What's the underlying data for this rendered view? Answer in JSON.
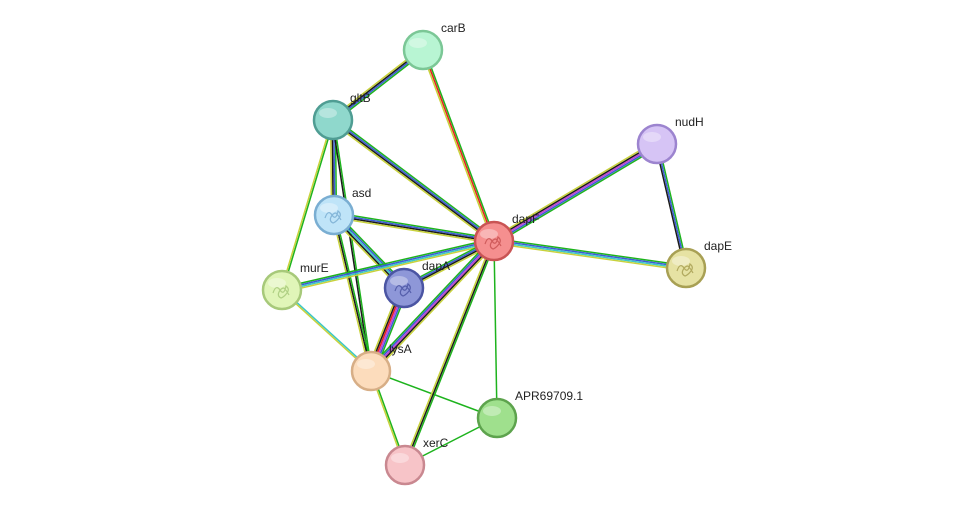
{
  "nodes": [
    {
      "id": "carB",
      "label": "carB",
      "fill": "#b8f5d3",
      "stroke": "#7bc796",
      "structure": false
    },
    {
      "id": "gltB",
      "label": "gltB",
      "fill": "#8fd8cc",
      "stroke": "#4f9d93",
      "structure": false
    },
    {
      "id": "nudH",
      "label": "nudH",
      "fill": "#d6c4f5",
      "stroke": "#9c84cf",
      "structure": false
    },
    {
      "id": "asd",
      "label": "asd",
      "fill": "#bfe4f8",
      "stroke": "#7aaed2",
      "structure": true
    },
    {
      "id": "dapF",
      "label": "dapF",
      "fill": "#f58f8f",
      "stroke": "#c95454",
      "structure": true
    },
    {
      "id": "dapE",
      "label": "dapE",
      "fill": "#e6e2a3",
      "stroke": "#a8a054",
      "structure": true
    },
    {
      "id": "murE",
      "label": "murE",
      "fill": "#e0f5b8",
      "stroke": "#a7c97a",
      "structure": true
    },
    {
      "id": "dapA",
      "label": "dapA",
      "fill": "#8e97d8",
      "stroke": "#4b55a3",
      "structure": true
    },
    {
      "id": "lysA",
      "label": "lysA",
      "fill": "#fcdcbc",
      "stroke": "#d7ae86",
      "structure": false
    },
    {
      "id": "APR69709.1",
      "label": "APR69709.1",
      "fill": "#9fe08d",
      "stroke": "#5da34d",
      "structure": false
    },
    {
      "id": "xerC",
      "label": "xerC",
      "fill": "#f7c4c8",
      "stroke": "#c98890",
      "structure": false
    }
  ],
  "edges": [
    {
      "source": "carB",
      "target": "gltB",
      "colors": [
        "#1db31d",
        "#3b5cd6",
        "#1a1a1a",
        "#c8d23c"
      ]
    },
    {
      "source": "carB",
      "target": "dapF",
      "colors": [
        "#1db31d",
        "#e62020",
        "#c8d23c"
      ]
    },
    {
      "source": "gltB",
      "target": "dapF",
      "colors": [
        "#1db31d",
        "#3b5cd6",
        "#1a1a1a",
        "#c8d23c"
      ]
    },
    {
      "source": "gltB",
      "target": "asd",
      "colors": [
        "#1db31d",
        "#3b5cd6",
        "#1a1a1a",
        "#c8d23c"
      ]
    },
    {
      "source": "gltB",
      "target": "murE",
      "colors": [
        "#1db31d",
        "#c8d23c"
      ]
    },
    {
      "source": "gltB",
      "target": "lysA",
      "colors": [
        "#1db31d",
        "#1a1a1a"
      ]
    },
    {
      "source": "nudH",
      "target": "dapF",
      "colors": [
        "#1db31d",
        "#3b5cd6",
        "#c33cd6",
        "#1a1a1a",
        "#c8d23c"
      ]
    },
    {
      "source": "nudH",
      "target": "dapE",
      "colors": [
        "#1db31d",
        "#3b5cd6",
        "#1a1a1a"
      ]
    },
    {
      "source": "dapF",
      "target": "dapE",
      "colors": [
        "#1db31d",
        "#3b5cd6",
        "#3bc7c7",
        "#c8d23c"
      ]
    },
    {
      "source": "asd",
      "target": "dapF",
      "colors": [
        "#1db31d",
        "#3b5cd6",
        "#1a1a1a",
        "#c8d23c"
      ]
    },
    {
      "source": "asd",
      "target": "dapA",
      "colors": [
        "#1db31d",
        "#3b5cd6",
        "#3bc7c7",
        "#1a1a1a",
        "#c8d23c"
      ]
    },
    {
      "source": "asd",
      "target": "lysA",
      "colors": [
        "#1db31d",
        "#1a1a1a",
        "#c8d23c"
      ]
    },
    {
      "source": "murE",
      "target": "dapF",
      "colors": [
        "#1db31d",
        "#3b5cd6",
        "#3bc7c7",
        "#c8d23c"
      ]
    },
    {
      "source": "murE",
      "target": "lysA",
      "colors": [
        "#3bc7c7",
        "#c8d23c"
      ]
    },
    {
      "source": "dapA",
      "target": "dapF",
      "colors": [
        "#1db31d",
        "#3b5cd6",
        "#1a1a1a",
        "#c8d23c"
      ]
    },
    {
      "source": "dapA",
      "target": "lysA",
      "colors": [
        "#1db31d",
        "#3b5cd6",
        "#c33cd6",
        "#e62020",
        "#1a1a1a",
        "#c8d23c"
      ]
    },
    {
      "source": "lysA",
      "target": "dapF",
      "colors": [
        "#1db31d",
        "#3b5cd6",
        "#c33cd6",
        "#1a1a1a",
        "#c8d23c"
      ]
    },
    {
      "source": "lysA",
      "target": "APR69709.1",
      "colors": [
        "#1db31d"
      ]
    },
    {
      "source": "lysA",
      "target": "xerC",
      "colors": [
        "#1db31d",
        "#c8d23c"
      ]
    },
    {
      "source": "dapF",
      "target": "APR69709.1",
      "colors": [
        "#1db31d"
      ]
    },
    {
      "source": "dapF",
      "target": "xerC",
      "colors": [
        "#1db31d",
        "#1a1a1a",
        "#c8d23c"
      ]
    },
    {
      "source": "APR69709.1",
      "target": "xerC",
      "colors": [
        "#1db31d"
      ]
    }
  ]
}
